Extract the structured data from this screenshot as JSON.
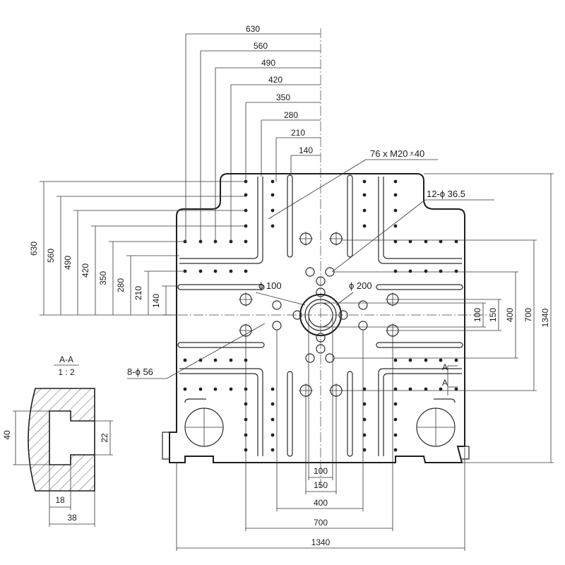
{
  "dimensions": {
    "top_widths": [
      "630",
      "560",
      "490",
      "420",
      "350",
      "280",
      "210",
      "140"
    ],
    "left_heights": [
      "630",
      "560",
      "490",
      "420",
      "350",
      "280",
      "210",
      "140"
    ],
    "bottom": [
      "100",
      "150",
      "400",
      "700",
      "1340"
    ],
    "right": [
      "100",
      "150",
      "400",
      "700",
      "1340"
    ]
  },
  "notes": {
    "threaded_holes": "76 x M20",
    "threaded_depth": "40",
    "holes_12": "12-ϕ 36.5",
    "hole_100": "ϕ 100",
    "hole_200": "ϕ 200",
    "holes_8": "8-ϕ 56",
    "section_mark": "A"
  },
  "section": {
    "title": "A-A",
    "scale": "1 : 2",
    "dim_40": "40",
    "dim_22": "22",
    "dim_18": "18",
    "dim_38": "38"
  }
}
